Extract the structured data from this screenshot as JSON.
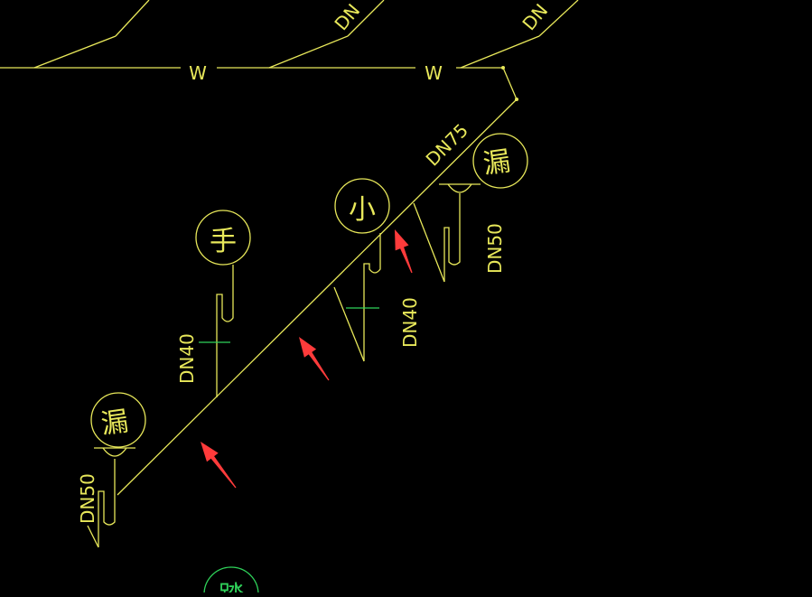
{
  "drawing": {
    "colors": {
      "background": "#000000",
      "pipe": "#e8e85a",
      "green_mark": "#2fd35a",
      "arrow": "#ff3b3b"
    },
    "labels": {
      "w_left": "W",
      "w_right": "W",
      "dn_top_left": "DN",
      "dn_top_right": "DN",
      "dn75": "DN75",
      "dn50_right": "DN50",
      "dn40_mid": "DN40",
      "dn40_left": "DN40",
      "dn50_left": "DN50"
    },
    "fixtures": {
      "hand_basin": "手",
      "urinal": "小",
      "floor_drain_right": "漏",
      "floor_drain_left": "漏",
      "bottom_partial": "踏"
    },
    "arrows": [
      "arrow-1",
      "arrow-2",
      "arrow-3"
    ]
  }
}
